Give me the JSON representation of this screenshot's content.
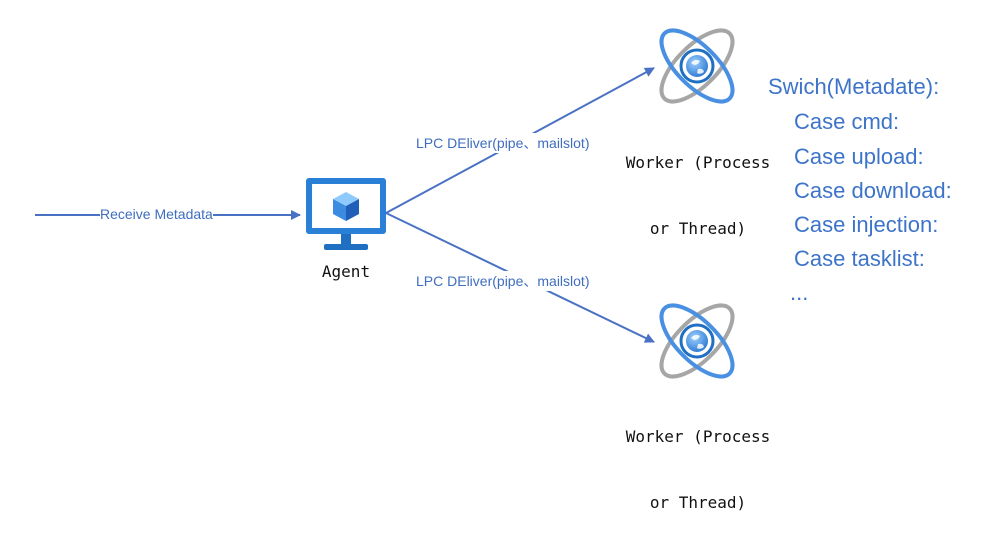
{
  "edges": {
    "receive_label": "Receive Metadata",
    "lpc_upper_label": "LPC DEliver(pipe、mailslot)",
    "lpc_lower_label": "LPC DEliver(pipe、mailslot)"
  },
  "nodes": {
    "agent_label": "Agent",
    "worker_top": {
      "line1": "Worker (Process",
      "line2": "or Thread)"
    },
    "worker_bottom": {
      "line1": "Worker (Process",
      "line2": "or Thread)"
    }
  },
  "code": {
    "lines": [
      "Swich(Metadate):",
      "Case cmd:",
      "Case upload:",
      "Case download:",
      "Case injection:",
      "Case tasklist:",
      "..."
    ]
  },
  "colors": {
    "arrow": "#4a72c4",
    "code_text": "#3d74c9",
    "monitor_frame": "#2a7fd6",
    "orbit_gray": "#a6a6a6",
    "orbit_blue": "#4a90e2"
  },
  "icons": {
    "agent": "monitor-cube-icon",
    "worker": "atom-globe-icon"
  }
}
